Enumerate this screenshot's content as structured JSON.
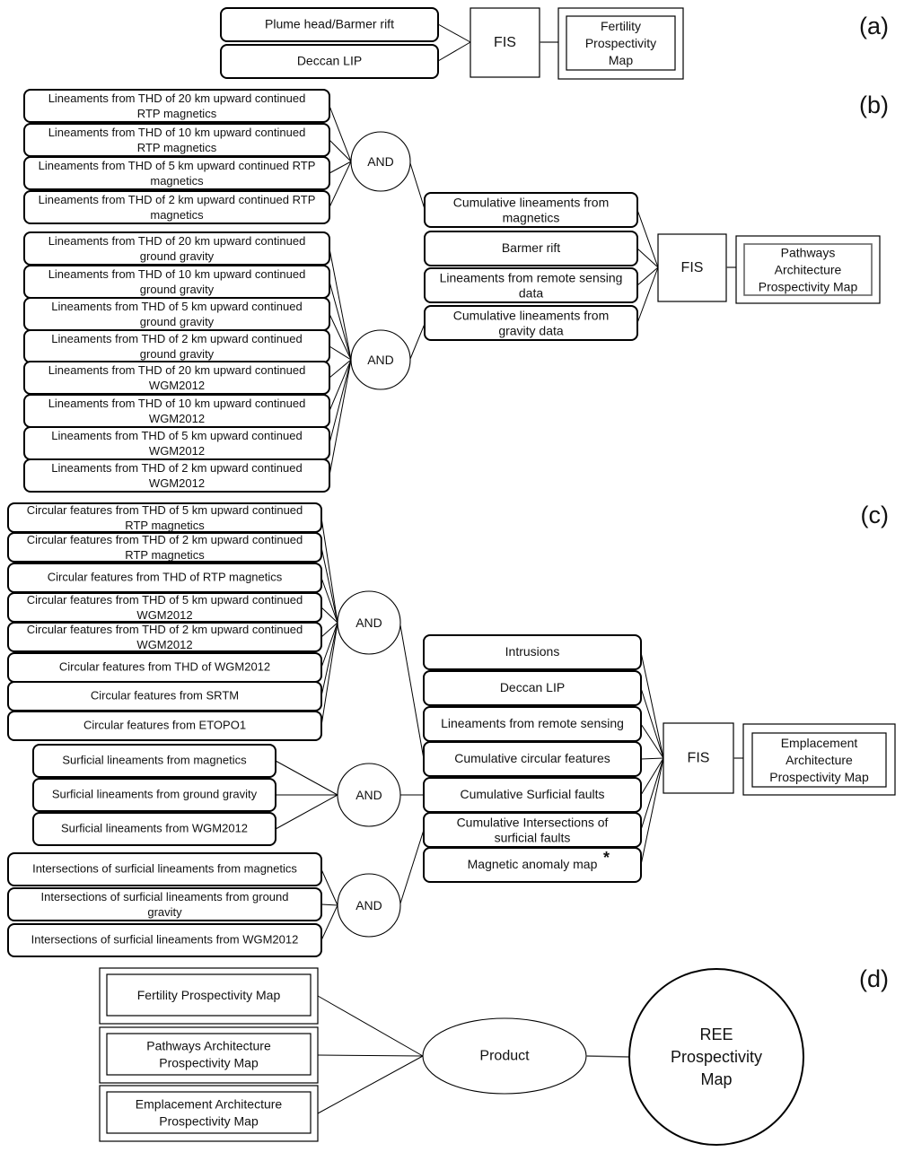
{
  "panels": {
    "a": {
      "label": "(a)",
      "inputs": [
        "Plume head/Barmer rift",
        "Deccan LIP"
      ],
      "operator": "FIS",
      "output": [
        "Fertility",
        "Prospectivity",
        "Map"
      ]
    },
    "b": {
      "label": "(b)",
      "group1_inputs": [
        [
          "Lineaments from THD of 20  km upward continued",
          "RTP magnetics"
        ],
        [
          "Lineaments from THD of 10  km upward continued",
          "RTP magnetics"
        ],
        [
          "Lineaments from THD of 5  km upward continued RTP",
          "magnetics"
        ],
        [
          "Lineaments from THD of 2  km upward continued RTP",
          "magnetics"
        ]
      ],
      "group2_inputs": [
        [
          "Lineaments from THD of 20  km upward continued",
          "ground gravity"
        ],
        [
          "Lineaments from THD of 10  km upward continued",
          "ground gravity"
        ],
        [
          "Lineaments from THD of 5  km upward continued",
          "ground gravity"
        ],
        [
          "Lineaments from THD of 2  km upward continued",
          "ground gravity"
        ],
        [
          "Lineaments from THD of 20  km upward continued",
          "WGM2012"
        ],
        [
          "Lineaments from THD of 10  km upward continued",
          "WGM2012"
        ],
        [
          "Lineaments from THD of 5  km upward continued",
          "WGM2012"
        ],
        [
          "Lineaments from THD of 2  km upward continued",
          "WGM2012"
        ]
      ],
      "gate1": "AND",
      "gate2": "AND",
      "middle": [
        [
          "Cumulative lineaments from",
          "magnetics"
        ],
        [
          "Barmer rift"
        ],
        [
          "Lineaments from remote sensing",
          "data"
        ],
        [
          "Cumulative lineaments from",
          "gravity data"
        ]
      ],
      "operator": "FIS",
      "output": [
        "Pathways",
        "Architecture",
        "Prospectivity Map"
      ]
    },
    "c": {
      "label": "(c)",
      "group1_inputs": [
        [
          "Circular features from THD of 5  km upward continued",
          "RTP magnetics"
        ],
        [
          "Circular features from THD of 2  km upward continued",
          "RTP magnetics"
        ],
        [
          "Circular features from THD of RTP magnetics"
        ],
        [
          "Circular features from THD of 5  km upward continued",
          "WGM2012"
        ],
        [
          "Circular features from THD of 2  km upward continued",
          "WGM2012"
        ],
        [
          "Circular features from THD of WGM2012"
        ],
        [
          "Circular features from SRTM"
        ],
        [
          "Circular features from ETOPO1"
        ]
      ],
      "group2_inputs": [
        [
          "Surficial lineaments from magnetics"
        ],
        [
          "Surficial lineaments from ground gravity"
        ],
        [
          "Surficial lineaments from WGM2012"
        ]
      ],
      "group3_inputs": [
        [
          "Intersections of surficial lineaments from magnetics"
        ],
        [
          "Intersections of surficial lineaments from ground",
          "gravity"
        ],
        [
          "Intersections of surficial lineaments from WGM2012"
        ]
      ],
      "gate1": "AND",
      "gate2": "AND",
      "gate3": "AND",
      "middle": [
        [
          "Intrusions"
        ],
        [
          "Deccan LIP"
        ],
        [
          "Lineaments from remote sensing"
        ],
        [
          "Cumulative circular features"
        ],
        [
          "Cumulative Surficial faults"
        ],
        [
          "Cumulative Intersections of",
          "surficial faults"
        ],
        [
          "Magnetic anomaly map"
        ]
      ],
      "middle_footnote_mark": "*",
      "operator": "FIS",
      "output": [
        "Emplacement",
        "Architecture",
        "Prospectivity Map"
      ]
    },
    "d": {
      "label": "(d)",
      "inputs": [
        [
          "Fertility Prospectivity Map"
        ],
        [
          "Pathways Architecture",
          "Prospectivity Map"
        ],
        [
          "Emplacement Architecture",
          "Prospectivity Map"
        ]
      ],
      "operator": "Product",
      "output": [
        "REE",
        "Prospectivity",
        "Map"
      ]
    }
  }
}
